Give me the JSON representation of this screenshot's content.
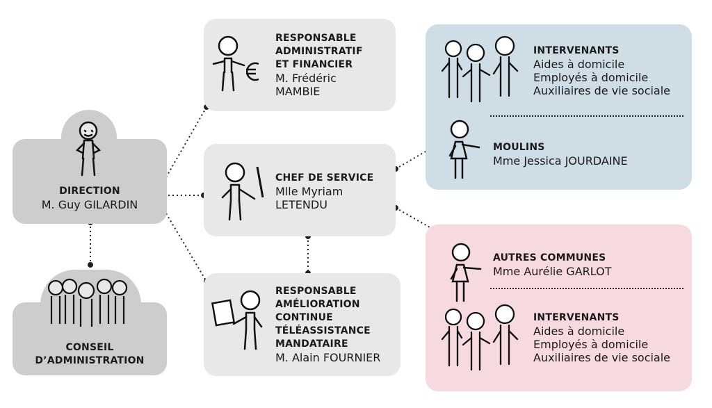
{
  "direction": {
    "title": "DIRECTION",
    "name": "M. Guy GILARDIN"
  },
  "conseil": {
    "line1": "CONSEIL",
    "line2": "D’ADMINISTRATION"
  },
  "resp_admin": {
    "title1": "RESPONSABLE",
    "title2": "ADMINISTRATIF",
    "title3": "ET FINANCIER",
    "name1": "M. Frédéric",
    "name2": "MAMBIE"
  },
  "chef": {
    "title": "CHEF DE SERVICE",
    "name1": "Mlle Myriam",
    "name2": "LETENDU"
  },
  "resp_amelio": {
    "title1": "RESPONSABLE",
    "title2": "AMÉLIORATION",
    "title3": "CONTINUE",
    "title4": "TÉLÉASSISTANCE",
    "title5": "MANDATAIRE",
    "name": "M. Alain FOURNIER"
  },
  "moulins_block": {
    "intervenants": {
      "title": "INTERVENANTS",
      "items": [
        "Aides à domicile",
        "Employés à domicile",
        "Auxiliaires de vie sociale"
      ]
    },
    "moulins": {
      "title": "MOULINS",
      "name": "Mme Jessica JOURDAINE"
    }
  },
  "autres_block": {
    "autres": {
      "title": "AUTRES COMMUNES",
      "name": "Mme Aurélie GARLOT"
    },
    "intervenants": {
      "title": "INTERVENANTS",
      "items": [
        "Aides à domicile",
        "Employés à domicile",
        "Auxiliaires de vie sociale"
      ]
    }
  },
  "colors": {
    "gray": "#cdcdcd",
    "light": "#e8e8e8",
    "blue": "#cfdde6",
    "pink": "#f7d9e0"
  },
  "icons": [
    "stick-figure-icon",
    "euro-icon",
    "group-icon",
    "sword-icon",
    "board-icon"
  ]
}
